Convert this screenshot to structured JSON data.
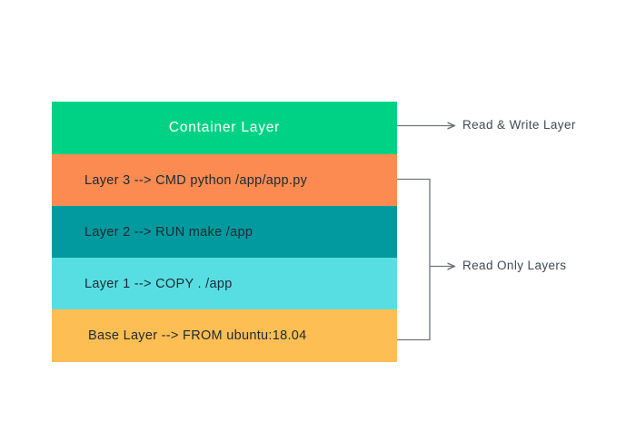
{
  "diagram": {
    "title_present": false,
    "background_color": "#ffffff",
    "stack": {
      "name": "docker-image-layer-stack",
      "layers": [
        {
          "id": "container-layer",
          "label": "Container Layer",
          "color": "#00D285",
          "text_color": "#ffffff",
          "kind": "read-write",
          "align": "center"
        },
        {
          "id": "layer-3",
          "label": "Layer 3 --> CMD python /app/app.py",
          "color": "#FC8B51",
          "text_color": "#1d2a33",
          "kind": "read-only",
          "align": "left"
        },
        {
          "id": "layer-2",
          "label": "Layer 2 --> RUN make /app",
          "color": "#029A9E",
          "text_color": "#1d2a33",
          "kind": "read-only",
          "align": "left"
        },
        {
          "id": "layer-1",
          "label": "Layer 1 --> COPY . /app",
          "color": "#57DEE3",
          "text_color": "#1d2a33",
          "kind": "read-only",
          "align": "left"
        },
        {
          "id": "base-layer",
          "label": "Base Layer --> FROM ubuntu:18.04",
          "color": "#FDBE54",
          "text_color": "#1d2a33",
          "kind": "read-only",
          "align": "left"
        }
      ]
    },
    "annotations": [
      {
        "id": "read-write-annotation",
        "label": "Read & Write Layer",
        "points_to": "container-layer",
        "connector": "straight-arrow",
        "color": "#6e7478"
      },
      {
        "id": "read-only-annotation",
        "label": "Read Only Layers",
        "points_to": "layer-3,layer-2,layer-1,base-layer",
        "connector": "bracket-arrow",
        "color": "#6e7478"
      }
    ]
  }
}
